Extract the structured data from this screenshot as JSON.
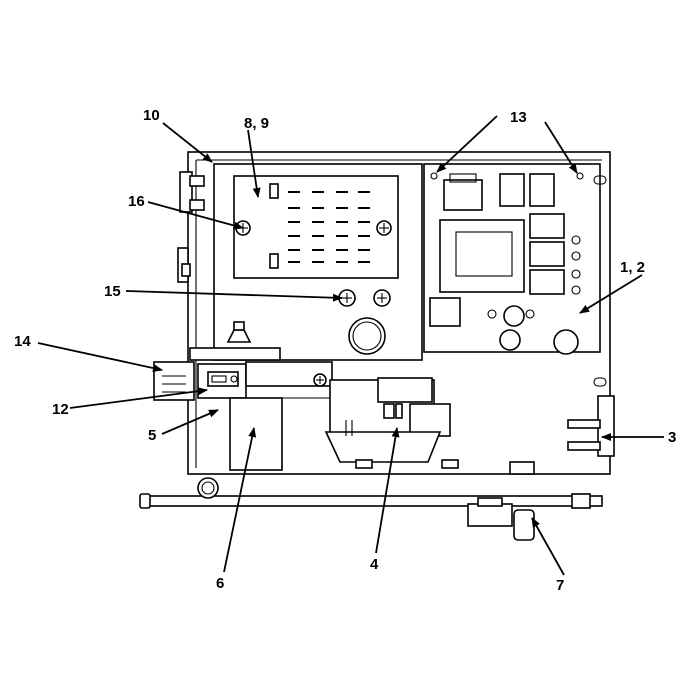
{
  "callouts": [
    {
      "id": "c1",
      "label": "1, 2"
    },
    {
      "id": "c3",
      "label": "3"
    },
    {
      "id": "c4",
      "label": "4"
    },
    {
      "id": "c5",
      "label": "5"
    },
    {
      "id": "c6",
      "label": "6"
    },
    {
      "id": "c7",
      "label": "7"
    },
    {
      "id": "c8",
      "label": "8, 9"
    },
    {
      "id": "c10",
      "label": "10"
    },
    {
      "id": "c12",
      "label": "12"
    },
    {
      "id": "c13",
      "label": "13"
    },
    {
      "id": "c14",
      "label": "14"
    },
    {
      "id": "c15",
      "label": "15"
    },
    {
      "id": "c16",
      "label": "16"
    }
  ]
}
